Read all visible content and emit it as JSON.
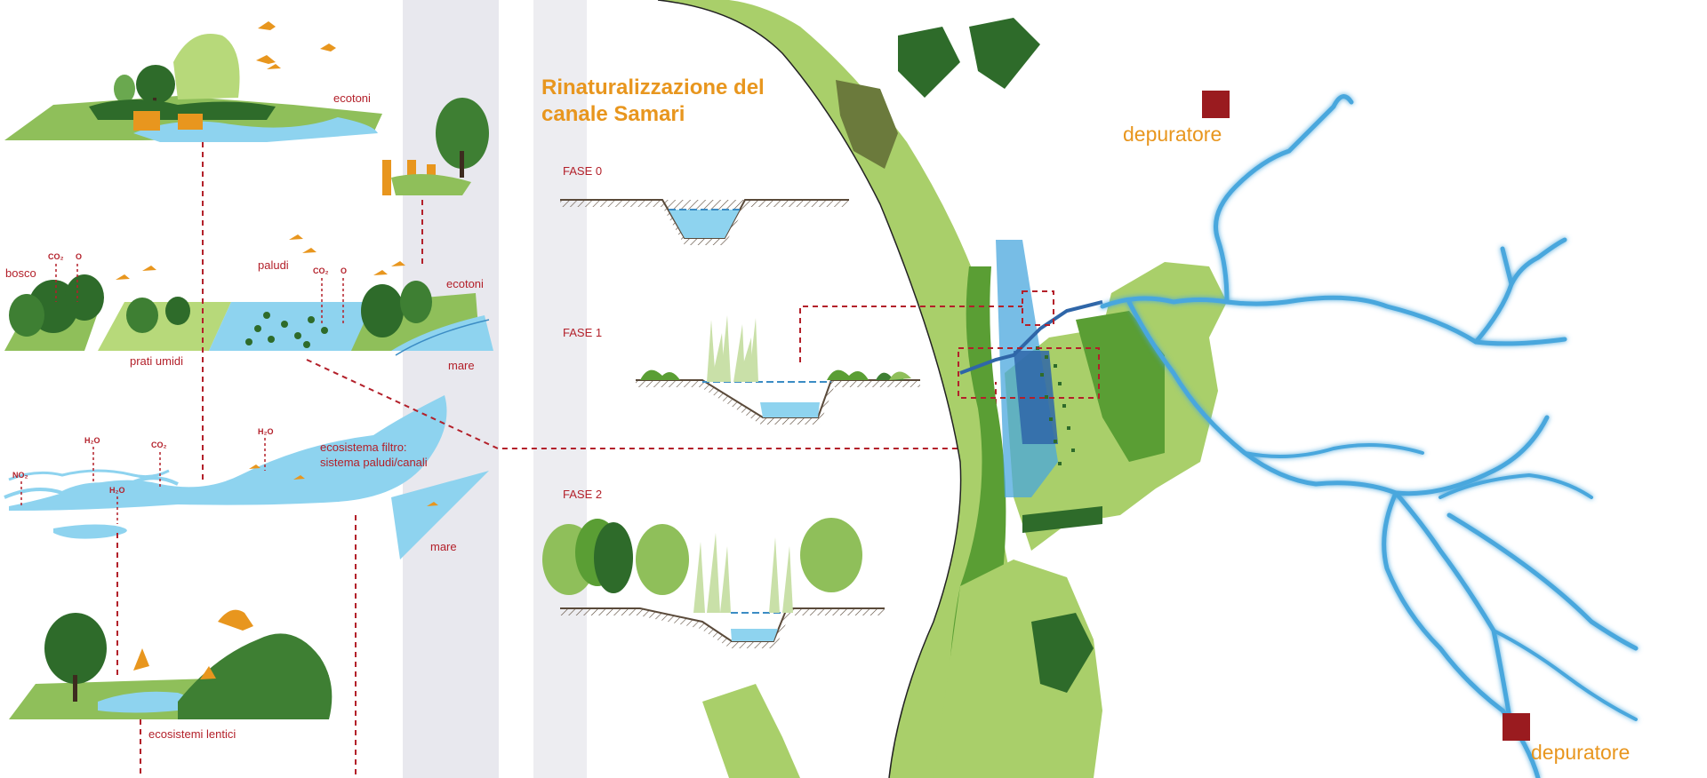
{
  "title": "Rinaturalizzazione del canale Samari",
  "labels": {
    "ecotoni_top": "ecotoni",
    "bosco": "bosco",
    "paludi": "paludi",
    "ecotoni_mid": "ecotoni",
    "prati_umidi": "prati umidi",
    "mare_mid": "mare",
    "ecosistema_filtro": "ecosistema filtro:",
    "sistema_paludi_canali": "sistema paludi/canali",
    "mare_low": "mare",
    "ecosistemi_lentici": "ecosistemi lentici"
  },
  "chem": {
    "co2_a": "CO₂",
    "o_a": "O",
    "co2_b": "CO₂",
    "o_b": "O",
    "h2o_a": "H₂O",
    "h2o_b": "H₂O",
    "co2_c": "CO₂",
    "no2": "NO₂",
    "h2o_c": "H₂O"
  },
  "phases": [
    "FASE 0",
    "FASE 1",
    "FASE 2"
  ],
  "depuratori": [
    "depuratore",
    "depuratore"
  ],
  "colors": {
    "accent_orange": "#e8961e",
    "dashed_red": "#b3202a",
    "water_blue": "#8ed3ef",
    "river_blue": "#4aa7dd",
    "depuratore_red": "#9a1b1f",
    "dark_green": "#2e6b2a",
    "mid_green": "#5a9e34",
    "light_green": "#a9cf6a",
    "grey_band": "#e8e8ee"
  }
}
